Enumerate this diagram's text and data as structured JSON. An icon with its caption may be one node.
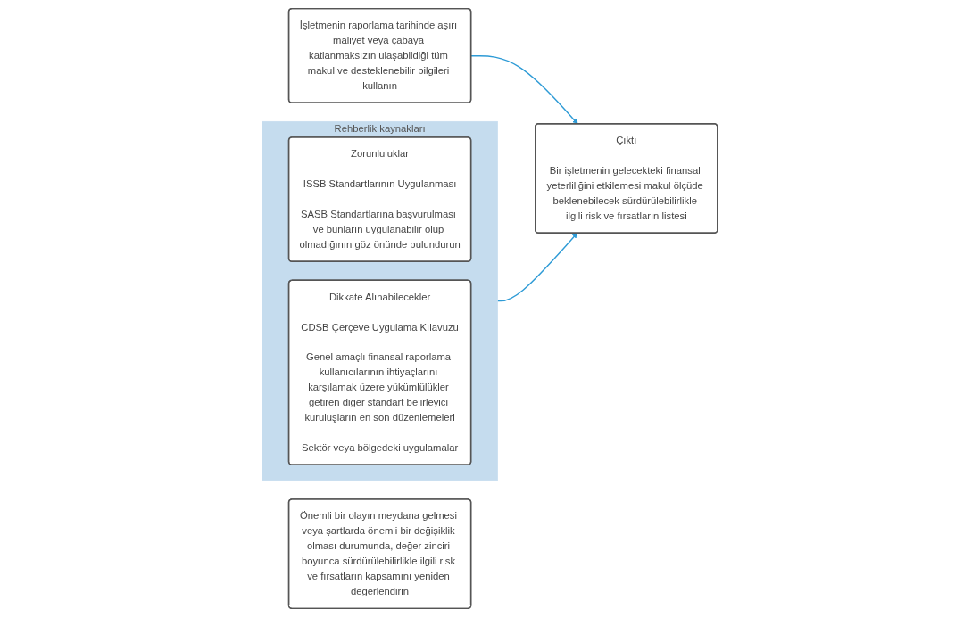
{
  "diagram": {
    "nodes": [
      {
        "text": [
          "Rehberlik kaynakları"
        ]
      },
      {
        "text": [
          "Zorunluluklar",
          "ISSB Standartlarının Uygulanması",
          "SASB Standartlarına başvurulması ve bunların uygulanabilir olup olmadığının göz önünde bulundurun"
        ],
        "in": 0
      },
      {
        "text": [
          "Dikkate Alınabilecekler",
          "CDSB Çerçeve Uygulama Kılavuzu",
          "Genel amaçlı finansal raporlama kullanıcılarının ihtiyaçlarını karşılamak üzere yükümlülükler getiren diğer standart belirleyici kuruluşların en son düzenlemeleri",
          "Sektör veya bölgedeki uygulamalar"
        ],
        "in": 0
      },
      {
        "text": [
          "İşletmenin raporlama tarihinde aşırı maliyet veya çabaya katlanmaksızın ulaşabildiği tüm makul ve desteklenebilir bilgileri kullanın"
        ]
      },
      {
        "text": [
          "Önemli bir olayın meydana gelmesi veya şartlarda önemli bir değişiklik olması durumunda, değer zinciri boyunca sürdürülebilirlikle ilgili risk ve fırsatların kapsamını yeniden değerlendirin"
        ]
      },
      {
        "text": [
          "Çıktı",
          "Bir işletmenin gelecekteki finansal yeterliliğini etkilemesi makul ölçüde beklenebilecek sürdürülebilirlikle ilgili risk ve fırsatların listesi"
        ]
      }
    ],
    "edges": [
      {
        "from": 0,
        "to": 5,
        "arrow": "to"
      },
      {
        "from": 3,
        "to": 5,
        "arrow": "to"
      }
    ]
  }
}
